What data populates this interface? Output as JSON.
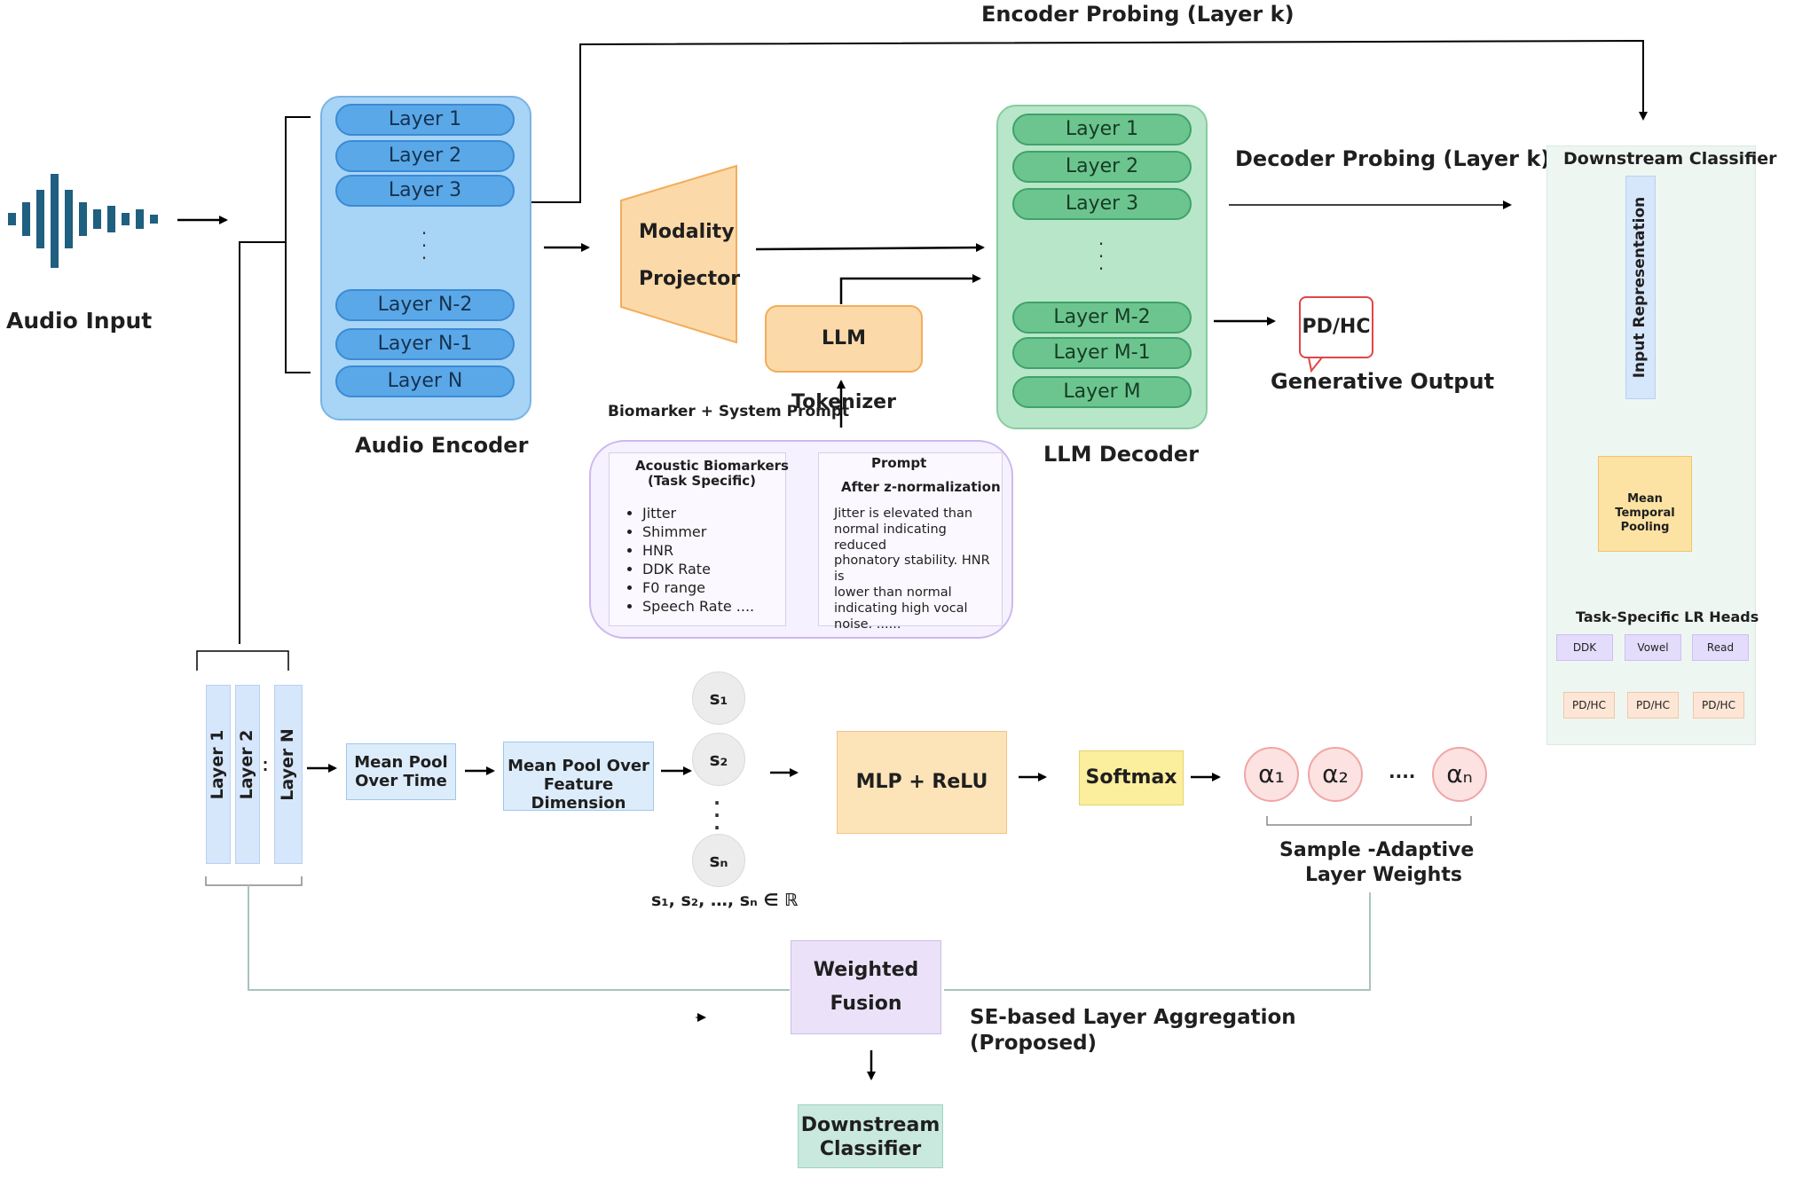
{
  "audio_input_label": "Audio Input",
  "audio_encoder": {
    "title": "Audio Encoder",
    "layers": [
      "Layer 1",
      "Layer 2",
      "Layer 3",
      "Layer N-2",
      "Layer N-1",
      "Layer  N"
    ]
  },
  "encoder_probing_label": "Encoder Probing (Layer k)",
  "modality_projector": {
    "line1": "Modality",
    "line2": "Projector"
  },
  "llm_tokenizer_label": "LLM Tokenizer",
  "prompt_caption": "Biomarker  + System Prompt",
  "acoustic_biomarkers": {
    "title_line1": "Acoustic Biomarkers",
    "title_line2": "(Task Specific)",
    "items": [
      "Jitter",
      "Shimmer",
      "HNR",
      "DDK Rate",
      "F0 range",
      "Speech Rate ...."
    ]
  },
  "prompt_box": {
    "title": "Prompt",
    "subtitle": "After z-normalization",
    "text_lines": [
      "Jitter is elevated than",
      "normal indicating reduced",
      "phonatory stability. HNR is",
      "lower than normal",
      "indicating high vocal",
      "noise. ......"
    ]
  },
  "llm_decoder": {
    "title": "LLM Decoder",
    "layers": [
      "Layer 1",
      "Layer 2",
      "Layer 3",
      "Layer  M-2",
      "Layer  M-1",
      "Layer  M"
    ]
  },
  "decoder_probing_label": "Decoder  Probing (Layer k)",
  "generative_output": {
    "bubble": "PD/HC",
    "label": "Generative Output"
  },
  "downstream_classifier_top": {
    "title": "Downstream Classifier",
    "input_representation": "Input Representation",
    "mean_temporal_pooling": [
      "Mean Temporal",
      "Pooling"
    ],
    "heads_title": "Task-Specific LR Heads",
    "heads": [
      "DDK",
      "Vowel",
      "Read"
    ],
    "outputs": [
      "PD/HC",
      "PD/HC",
      "PD/HC"
    ]
  },
  "layer_stack": [
    "Layer 1",
    "Layer 2",
    "Layer N"
  ],
  "mean_pool_time": [
    "Mean Pool",
    "Over Time"
  ],
  "mean_pool_feature": [
    "Mean Pool Over",
    "Feature Dimension"
  ],
  "s_values": [
    "s₁",
    "s₂",
    "sₙ"
  ],
  "s_caption": "s₁, s₂, …, sₙ ∈ ℝ",
  "mlp_label": "MLP + ReLU",
  "softmax_label": "Softmax",
  "alphas": [
    "α₁",
    "α₂",
    "αₙ"
  ],
  "alpha_dots": "....",
  "layer_weights_label": [
    "Sample -Adaptive",
    "Layer Weights"
  ],
  "weighted_fusion": [
    "Weighted",
    "Fusion"
  ],
  "se_label": [
    "SE-based Layer Aggregation",
    "(Proposed)"
  ],
  "downstream_classifier_bottom": [
    "Downstream",
    "Classifier"
  ]
}
